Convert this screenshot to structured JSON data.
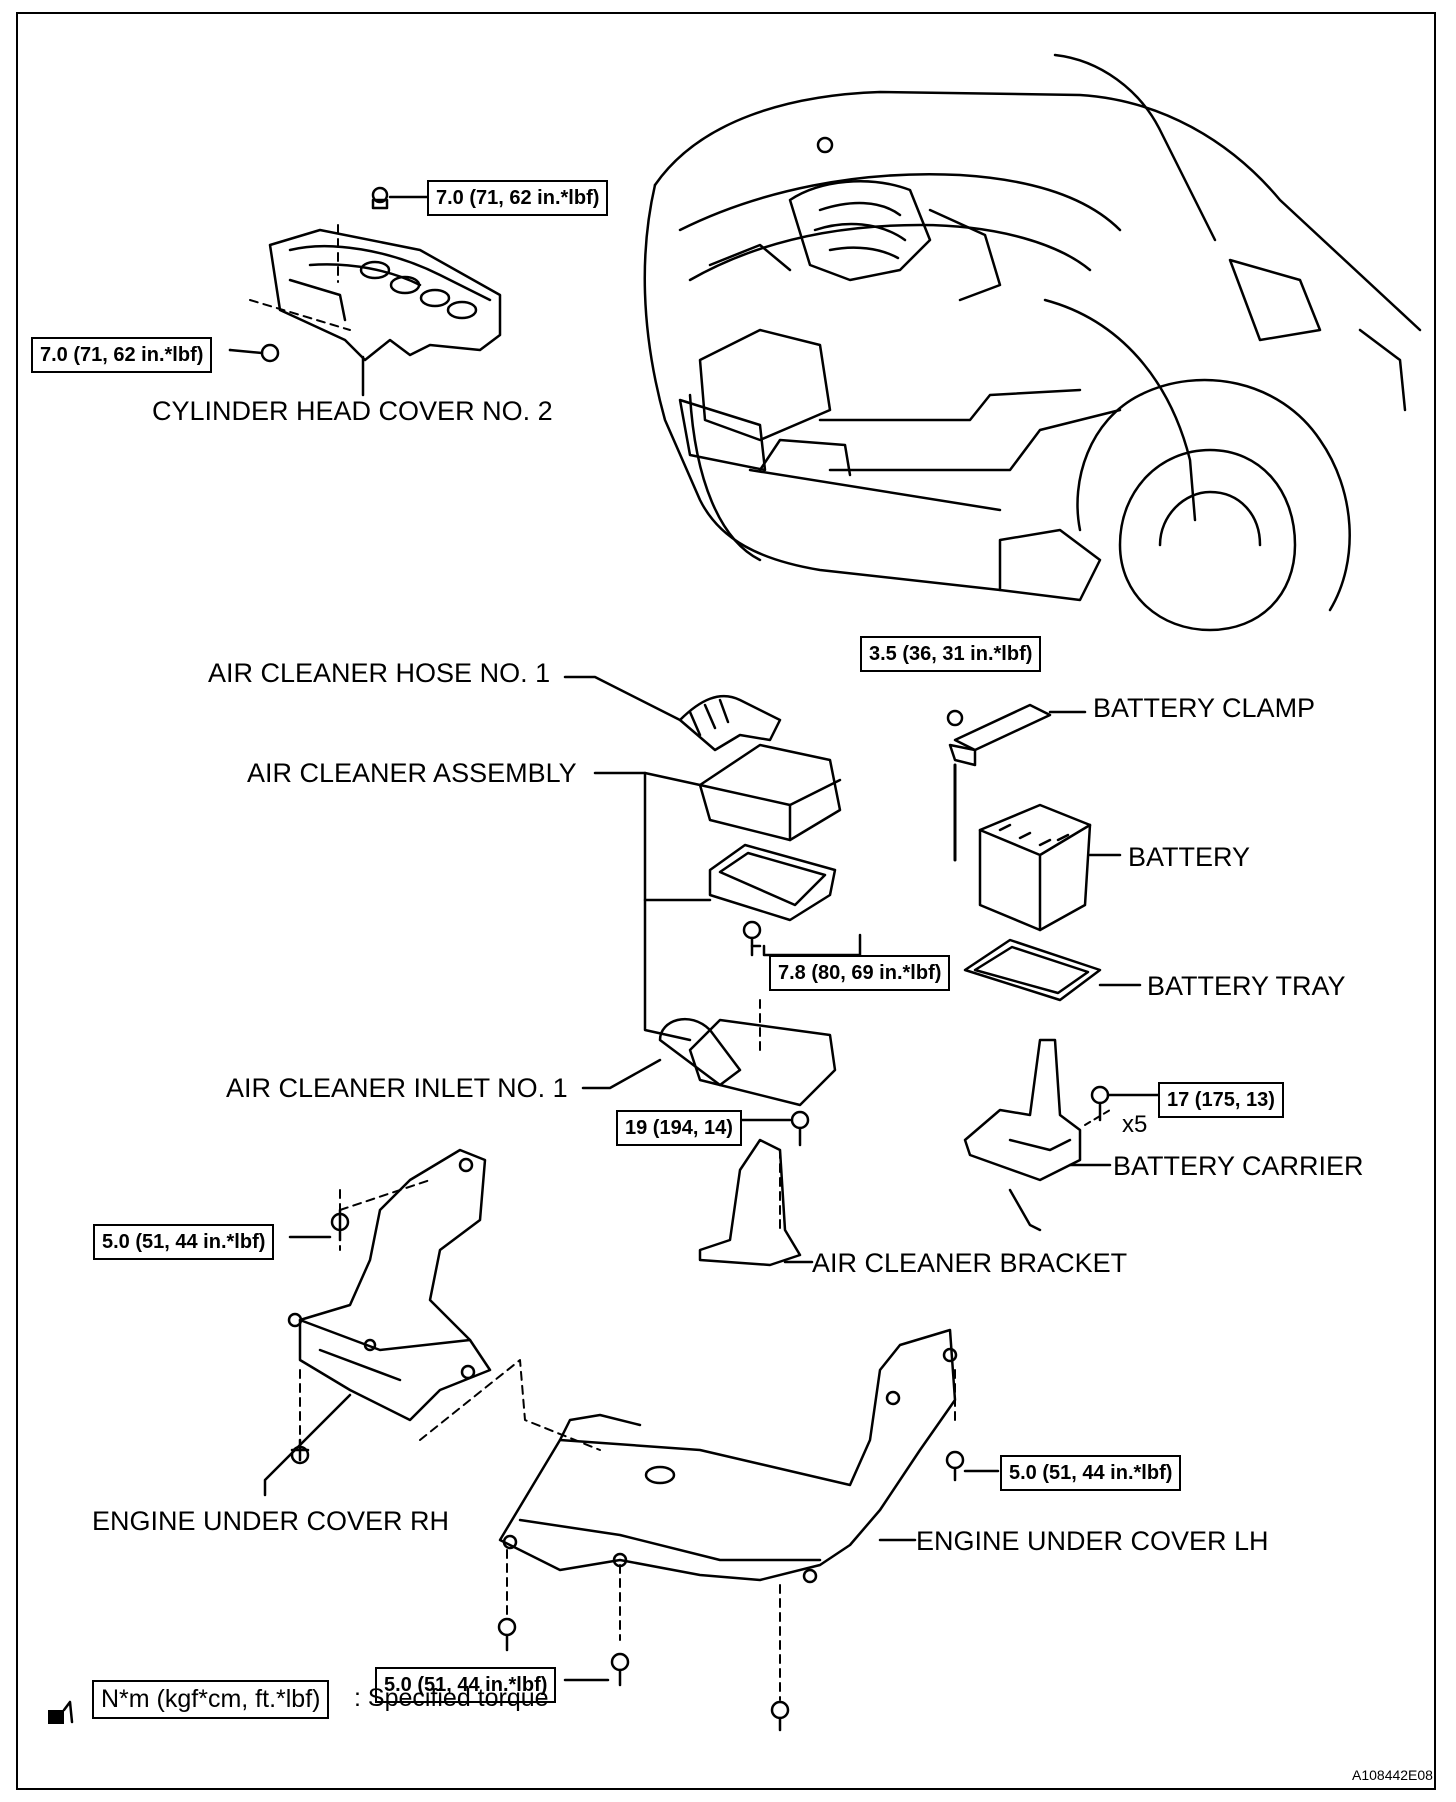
{
  "components": {
    "cylinder_head_cover": "CYLINDER HEAD COVER NO. 2",
    "air_cleaner_hose": "AIR CLEANER HOSE NO. 1",
    "air_cleaner_assembly": "AIR CLEANER ASSEMBLY",
    "air_cleaner_inlet": "AIR CLEANER INLET NO. 1",
    "air_cleaner_bracket": "AIR CLEANER BRACKET",
    "battery_clamp": "BATTERY CLAMP",
    "battery": "BATTERY",
    "battery_tray": "BATTERY TRAY",
    "battery_carrier": "BATTERY CARRIER",
    "engine_under_cover_rh": "ENGINE UNDER COVER RH",
    "engine_under_cover_lh": "ENGINE UNDER COVER LH"
  },
  "torques": {
    "head_cover_top": "7.0 (71, 62 in.*lbf)",
    "head_cover_side": "7.0 (71, 62 in.*lbf)",
    "battery_clamp": "3.5 (36, 31 in.*lbf)",
    "air_cleaner_case": "7.8 (80, 69 in.*lbf)",
    "battery_carrier": "17 (175, 13)",
    "air_cleaner_bracket": "19 (194, 14)",
    "under_cover_rh": "5.0 (51, 44 in.*lbf)",
    "under_cover_lh": "5.0 (51, 44 in.*lbf)",
    "under_cover_bottom": "5.0 (51, 44 in.*lbf)"
  },
  "quantity": "x5",
  "legend": {
    "units": "N*m (kgf*cm, ft.*lbf)",
    "description": ": Specified torque"
  },
  "figure_code": "A108442E08"
}
